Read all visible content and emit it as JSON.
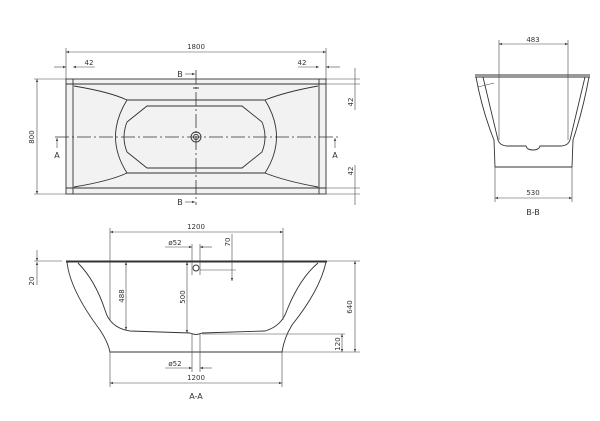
{
  "top_view": {
    "length": "1800",
    "width": "800",
    "rim_left": "42",
    "rim_right": "42",
    "rim_top": "42",
    "rim_bottom": "42",
    "section_a_left": "A",
    "section_a_right": "A",
    "section_b_top": "B",
    "section_b_bottom": "B"
  },
  "section_aa": {
    "title": "A-A",
    "top_length": "1200",
    "bottom_length": "1200",
    "drain_top": "ø52",
    "drain_bottom": "ø52",
    "overflow_offset": "70",
    "rim_thickness": "20",
    "inner_depth": "488",
    "depth_center": "500",
    "total_height": "640",
    "base_height": "120"
  },
  "section_bb": {
    "title": "B-B",
    "inner_width": "483",
    "base_width": "530"
  }
}
